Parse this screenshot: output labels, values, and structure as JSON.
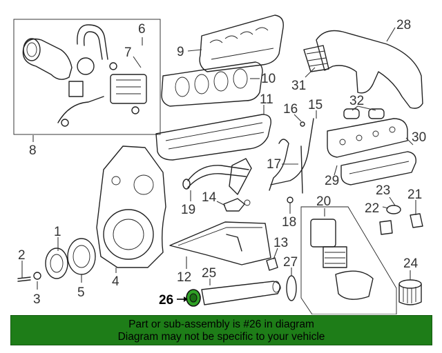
{
  "callouts": [
    "1",
    "2",
    "3",
    "4",
    "5",
    "6",
    "7",
    "8",
    "9",
    "10",
    "11",
    "12",
    "13",
    "14",
    "15",
    "16",
    "17",
    "18",
    "19",
    "20",
    "21",
    "22",
    "23",
    "24",
    "25",
    "26",
    "27",
    "28",
    "29",
    "30",
    "31",
    "32"
  ],
  "highlighted_part": "26",
  "banner": {
    "line1": "Part or sub-assembly is #26 in diagram",
    "line2": "Diagram may not be specific to your vehicle"
  },
  "colors": {
    "banner_bg": "#1e7d18",
    "highlight": "#2fa125",
    "line": "#222222"
  }
}
